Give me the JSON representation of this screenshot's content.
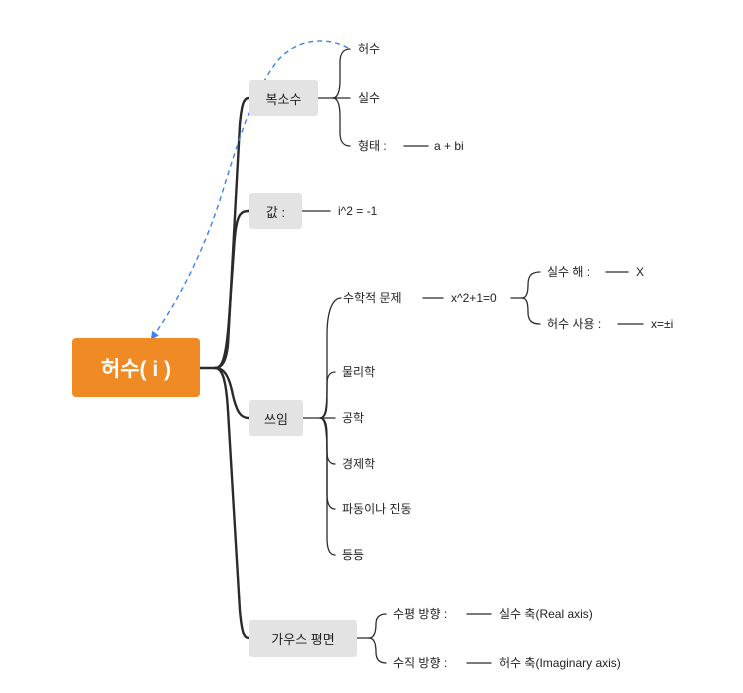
{
  "root": {
    "label": "허수( i )"
  },
  "branches": {
    "complex": {
      "label": "복소수",
      "children": {
        "imag": "허수",
        "real": "실수",
        "form": "형태 :",
        "form_value": "a + bi"
      }
    },
    "value": {
      "label": "값 :",
      "child": "i^2 = -1"
    },
    "uses": {
      "label": "쓰임",
      "math": {
        "label": "수학적 문제",
        "equation": "x^2+1=0",
        "real_sol": {
          "label": "실수 해 :",
          "value": "X"
        },
        "imag_sol": {
          "label": "허수 사용 :",
          "value": "x=±i"
        }
      },
      "physics": "물리학",
      "engineering": "공학",
      "economics": "경제학",
      "waves": "파동이나 진동",
      "etc": "등등"
    },
    "gauss": {
      "label": "가우스 평면",
      "horizontal": {
        "label": "수평 방향 :",
        "value": "실수 축(Real axis)"
      },
      "vertical": {
        "label": "수직 방향 :",
        "value": "허수 축(Imaginary axis)"
      }
    }
  },
  "colors": {
    "root": "#f08a24",
    "branch_box": "#e3e3e3",
    "line": "#2b2b2b",
    "relation": "#3b82f6"
  }
}
